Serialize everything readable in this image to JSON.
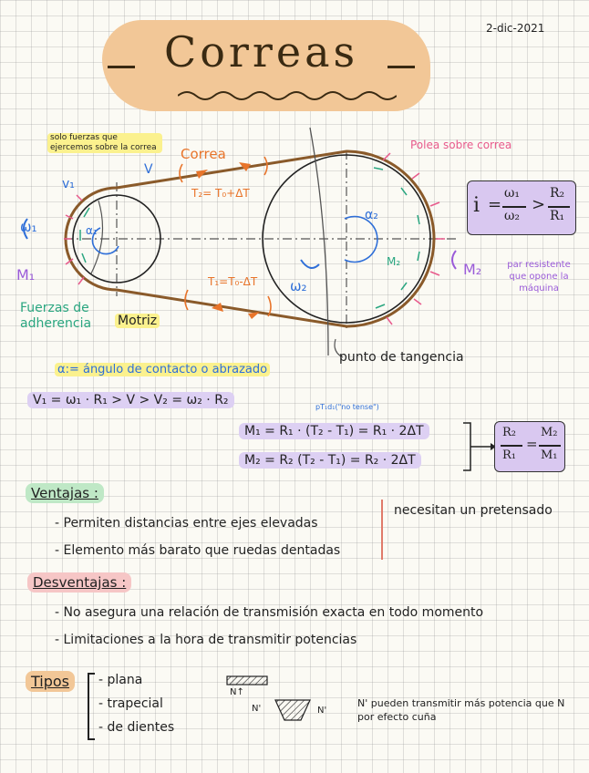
{
  "date": "2-dic-2021",
  "title": "Correas",
  "diagram": {
    "note_forces": "solo fuerzas que ejercemos sobre la correa",
    "v_small": "V",
    "v1": "v₁",
    "w1": "ω₁",
    "alpha1": "α₁",
    "M1": "M₁",
    "correa": "Correa",
    "T2": "T₂= T₀+ΔT",
    "T1": "T₁=T₀-ΔT",
    "polea": "Polea sobre correa",
    "alpha2": "α₂",
    "w2": "ω₂",
    "M2_inner": "M₂",
    "M2": "M₂",
    "adherencia": "Fuerzas de adherencia",
    "motriz": "Motriz",
    "punto": "punto de tangencia",
    "resistente": "par resistente que opone la máquina"
  },
  "ratio_formula": {
    "i": "i",
    "w1": "ω₁",
    "w2": "ω₂",
    "gt": ">",
    "R2": "R₂",
    "R1": "R₁"
  },
  "equations": {
    "alpha_def": "α:= ángulo de contacto o abrazado",
    "velocity": "V₁ = ω₁ · R₁ > V > V₂ = ω₂ · R₂",
    "note_ta": "pT₁d₁(\"no tense\")",
    "M1_eq": "M₁ = R₁ · (T₂ - T₁) = R₁ · 2ΔT",
    "M2_eq": "M₂ = R₂ (T₂ - T₁) = R₂ · 2ΔT",
    "ratio_result": {
      "R2": "R₂",
      "R1": "R₁",
      "M2": "M₂",
      "M1": "M₁"
    }
  },
  "ventajas": {
    "heading": "Ventajas :",
    "items": [
      "- Permiten distancias entre ejes elevadas",
      "- Elemento más barato que ruedas dentadas"
    ],
    "side_note": "necesitan un pretensado"
  },
  "desventajas": {
    "heading": "Desventajas :",
    "items": [
      "- No asegura una relación de transmisión exacta en todo momento",
      "- Limitaciones a la hora de transmitir potencias"
    ]
  },
  "tipos": {
    "heading": "Tipos",
    "items": [
      "- plana",
      "- trapecial",
      "- de dientes"
    ],
    "N_top": "N↑",
    "N_left": "N'",
    "N_right": "N'",
    "note": "N' pueden transmitir más potencia que N por efecto cuña"
  },
  "colors": {
    "orange": "#e8742a",
    "pink": "#e85a8c",
    "green": "#2aa680",
    "blue": "#2f6fd8",
    "purple": "#9a5bd8",
    "yellow": "#fbf18e",
    "title_blob": "#f2c797"
  }
}
